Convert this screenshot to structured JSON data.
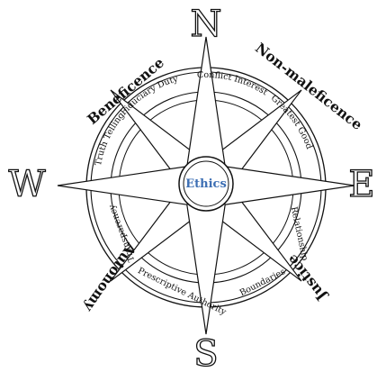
{
  "cardinals": {
    "north": "N",
    "south": "S",
    "east": "E",
    "west": "W"
  },
  "center": "Ethics",
  "principles": {
    "beneficence": "Beneficence",
    "non_maleficence": "Non-maleficence",
    "justice": "Justice",
    "autonomy": "Autonomy"
  },
  "concepts": {
    "fiduciary_duty": "Fiduciary Duty",
    "conflict_interest": "Conflict Interest",
    "greatest_good": "Greatest Good",
    "relationship": "Relationship",
    "boundaries": "Boundaries",
    "prescriptive_authority": "Prescriptive Authority",
    "transparency": "Transparency",
    "truth_telling": "Truth Telling"
  },
  "colors": {
    "ink": "#111111",
    "center_text": "#3d6fb4",
    "background": "#ffffff"
  }
}
